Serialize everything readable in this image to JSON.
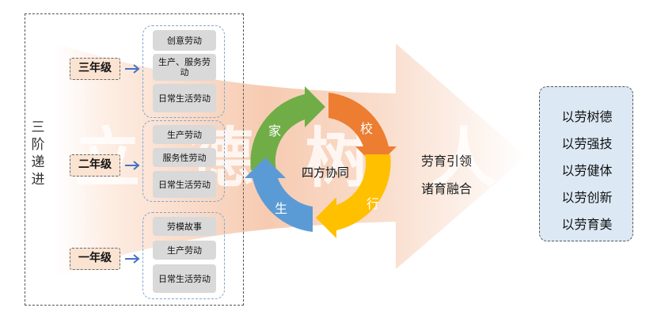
{
  "left_panel": {
    "vertical_label": "三阶递进",
    "grades": [
      {
        "label": "三年级",
        "activities": [
          "创意劳动",
          "生产、服务劳动",
          "日常生活劳动"
        ]
      },
      {
        "label": "二年级",
        "activities": [
          "生产劳动",
          "服务性劳动",
          "日常生活劳动"
        ]
      },
      {
        "label": "一年级",
        "activities": [
          "劳模故事",
          "生产劳动",
          "日常生活劳动"
        ]
      }
    ]
  },
  "background_chars": [
    "立",
    "德",
    "树",
    "人"
  ],
  "cycle": {
    "center": "四方协同",
    "segments": [
      "家",
      "校",
      "行",
      "生"
    ],
    "colors": {
      "green": "#70ad47",
      "orange": "#ed7d31",
      "yellow": "#ffc000",
      "blue": "#5b9bd5"
    }
  },
  "slogans": [
    "劳育引领",
    "诸育融合"
  ],
  "goals": [
    "以劳树德",
    "以劳强技",
    "以劳健体",
    "以劳创新",
    "以劳育美"
  ]
}
